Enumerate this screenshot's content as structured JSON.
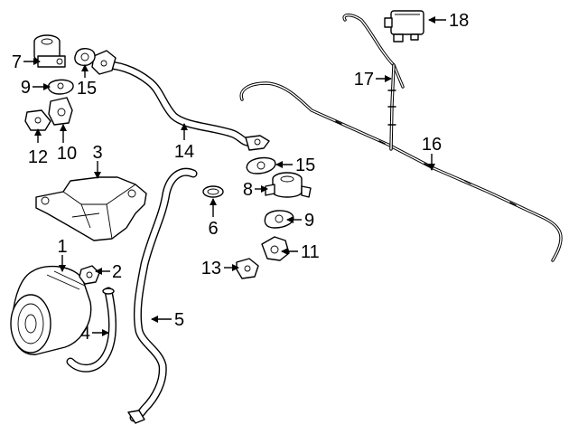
{
  "diagram": {
    "callouts": [
      {
        "id": "1",
        "text": "1"
      },
      {
        "id": "2",
        "text": "2"
      },
      {
        "id": "3",
        "text": "3"
      },
      {
        "id": "4",
        "text": "4"
      },
      {
        "id": "5",
        "text": "5"
      },
      {
        "id": "6",
        "text": "6"
      },
      {
        "id": "7",
        "text": "7"
      },
      {
        "id": "8",
        "text": "8"
      },
      {
        "id": "9a",
        "text": "9"
      },
      {
        "id": "9b",
        "text": "9"
      },
      {
        "id": "10",
        "text": "10"
      },
      {
        "id": "11",
        "text": "11"
      },
      {
        "id": "12",
        "text": "12"
      },
      {
        "id": "13",
        "text": "13"
      },
      {
        "id": "14",
        "text": "14"
      },
      {
        "id": "15a",
        "text": "15"
      },
      {
        "id": "15b",
        "text": "15"
      },
      {
        "id": "16",
        "text": "16"
      },
      {
        "id": "17",
        "text": "17"
      },
      {
        "id": "18",
        "text": "18"
      }
    ]
  }
}
